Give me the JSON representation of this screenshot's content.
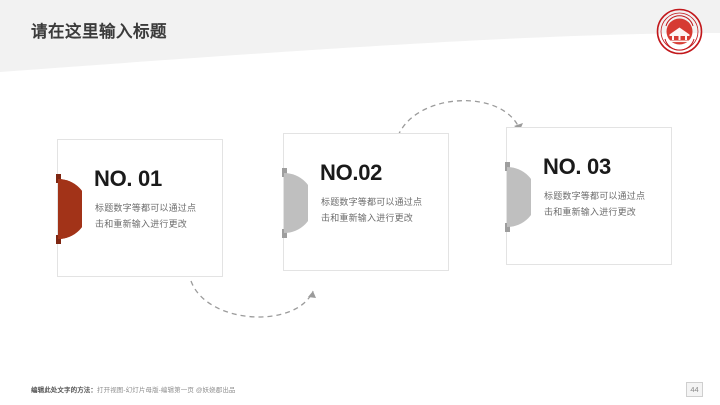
{
  "slide": {
    "title": "请在这里输入标题",
    "page_number": "44",
    "footer_label": "编辑此处文字的方法：",
    "footer_text": "打开视图-幻灯片母版-编辑第一页 @妖娆郡出品",
    "background_color": "#FFFFFF",
    "header_band_color": "#F2F2F2"
  },
  "logo": {
    "name": "university-seal-logo",
    "color": "#C2171B"
  },
  "cards": [
    {
      "title": "NO. 01",
      "body": "标题数字等都可以通过点击和重新输入进行更改",
      "badge_color": "#A23318",
      "badge_name": "semicircle-badge-red"
    },
    {
      "title": "NO.02",
      "body": "标题数字等都可以通过点击和重新输入进行更改",
      "badge_color": "#BFBFBF",
      "badge_name": "semicircle-badge-gray"
    },
    {
      "title": "NO. 03",
      "body": "标题数字等都可以通过点击和重新输入进行更改",
      "badge_color": "#BFBFBF",
      "badge_name": "semicircle-badge-gray"
    }
  ],
  "connectors": [
    {
      "name": "arrow-card1-to-card2",
      "direction": "down-arc"
    },
    {
      "name": "arrow-card2-to-card3",
      "direction": "up-arc"
    }
  ],
  "colors": {
    "accent_red": "#A23318",
    "accent_gray": "#BFBFBF",
    "card_border": "#E3E3E3",
    "title_text": "#3B3B3B",
    "body_text": "#6D6D6D"
  }
}
